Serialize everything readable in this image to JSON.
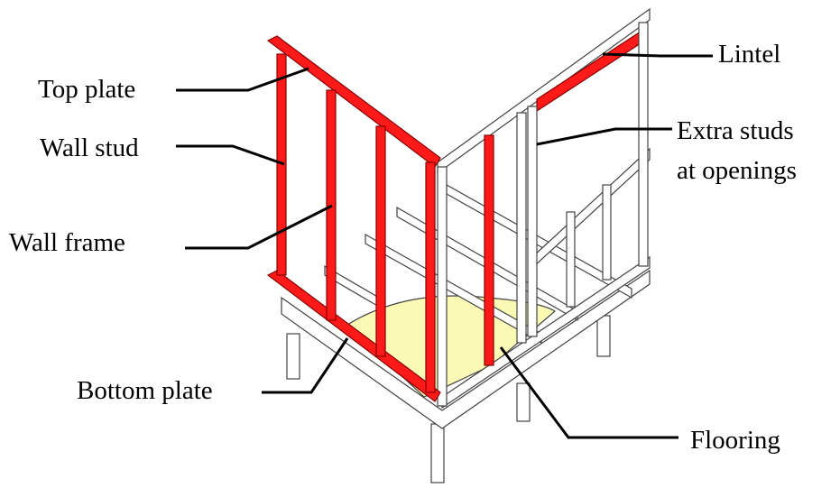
{
  "labels": {
    "top_plate": "Top plate",
    "wall_stud": "Wall stud",
    "wall_frame": "Wall frame",
    "bottom_plate": "Bottom plate",
    "lintel": "Lintel",
    "extra_studs_line1": "Extra studs",
    "extra_studs_line2": "at openings",
    "flooring": "Flooring"
  },
  "colors": {
    "highlight": "#ff1a1a",
    "flooring": "#fafab4",
    "timber": "#ffffff",
    "outline": "#555555"
  }
}
